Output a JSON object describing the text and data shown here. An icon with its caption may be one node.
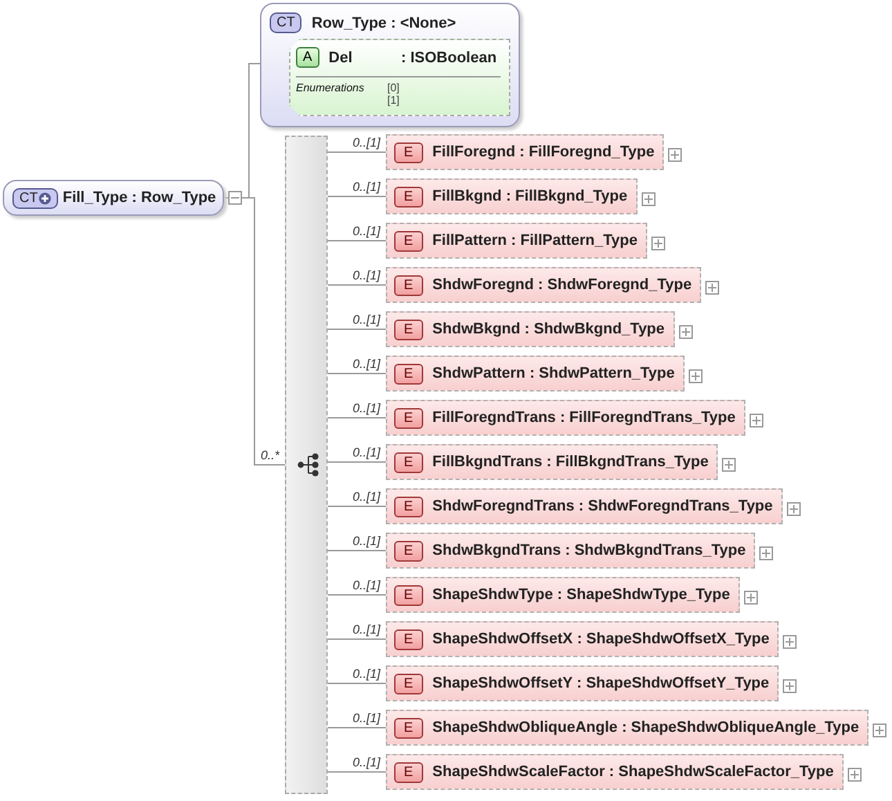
{
  "diagram": {
    "nodes": [
      {
        "text": [
          "CT",
          "Fill_Type : Row_Type"
        ]
      },
      {
        "text": [
          "CT",
          "Row_Type : <None>"
        ]
      },
      {
        "text": [
          "A",
          "Del",
          ": ISOBoolean",
          "Enumerations",
          "[0]",
          "[1]"
        ],
        "in": 1
      },
      {
        "text": [],
        "shape": "bar"
      },
      {
        "text": [
          "E",
          "FillForegnd : FillForegnd_Type"
        ]
      },
      {
        "text": [
          "E",
          "FillBkgnd : FillBkgnd_Type"
        ]
      },
      {
        "text": [
          "E",
          "FillPattern : FillPattern_Type"
        ]
      },
      {
        "text": [
          "E",
          "ShdwForegnd : ShdwForegnd_Type"
        ]
      },
      {
        "text": [
          "E",
          "ShdwBkgnd : ShdwBkgnd_Type"
        ]
      },
      {
        "text": [
          "E",
          "ShdwPattern : ShdwPattern_Type"
        ]
      },
      {
        "text": [
          "E",
          "FillForegndTrans : FillForegndTrans_Type"
        ]
      },
      {
        "text": [
          "E",
          "FillBkgndTrans : FillBkgndTrans_Type"
        ]
      },
      {
        "text": [
          "E",
          "ShdwForegndTrans : ShdwForegndTrans_Type"
        ]
      },
      {
        "text": [
          "E",
          "ShdwBkgndTrans : ShdwBkgndTrans_Type"
        ]
      },
      {
        "text": [
          "E",
          "ShapeShdwType : ShapeShdwType_Type"
        ]
      },
      {
        "text": [
          "E",
          "ShapeShdwOffsetX : ShapeShdwOffsetX_Type"
        ]
      },
      {
        "text": [
          "E",
          "ShapeShdwOffsetY : ShapeShdwOffsetY_Type"
        ]
      },
      {
        "text": [
          "E",
          "ShapeShdwObliqueAngle : ShapeShdwObliqueAngle_Type"
        ]
      },
      {
        "text": [
          "E",
          "ShapeShdwScaleFactor : ShapeShdwScaleFactor_Type"
        ]
      }
    ],
    "edges": [
      {
        "from": 0,
        "to": 1,
        "arrow": "none"
      },
      {
        "from": 0,
        "to": 3,
        "arrow": "none",
        "label": "0..*"
      },
      {
        "from": 3,
        "to": 4,
        "arrow": "none",
        "label": "0..[1]"
      },
      {
        "from": 3,
        "to": 5,
        "arrow": "none",
        "label": "0..[1]"
      },
      {
        "from": 3,
        "to": 6,
        "arrow": "none",
        "label": "0..[1]"
      },
      {
        "from": 3,
        "to": 7,
        "arrow": "none",
        "label": "0..[1]"
      },
      {
        "from": 3,
        "to": 8,
        "arrow": "none",
        "label": "0..[1]"
      },
      {
        "from": 3,
        "to": 9,
        "arrow": "none",
        "label": "0..[1]"
      },
      {
        "from": 3,
        "to": 10,
        "arrow": "none",
        "label": "0..[1]"
      },
      {
        "from": 3,
        "to": 11,
        "arrow": "none",
        "label": "0..[1]"
      },
      {
        "from": 3,
        "to": 12,
        "arrow": "none",
        "label": "0..[1]"
      },
      {
        "from": 3,
        "to": 13,
        "arrow": "none",
        "label": "0..[1]"
      },
      {
        "from": 3,
        "to": 14,
        "arrow": "none",
        "label": "0..[1]"
      },
      {
        "from": 3,
        "to": 15,
        "arrow": "none",
        "label": "0..[1]"
      },
      {
        "from": 3,
        "to": 16,
        "arrow": "none",
        "label": "0..[1]"
      },
      {
        "from": 3,
        "to": 17,
        "arrow": "none",
        "label": "0..[1]"
      },
      {
        "from": 3,
        "to": 18,
        "arrow": "none",
        "label": "0..[1]"
      }
    ]
  }
}
